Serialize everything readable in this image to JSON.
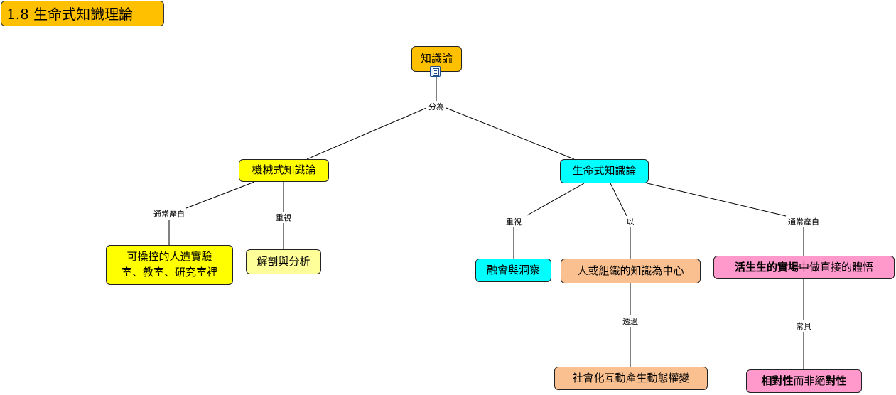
{
  "title": "1.8 生命式知識理論",
  "nodes": {
    "root": "知識論",
    "mechanical": "機械式知識論",
    "living": "生命式知識論",
    "lab": "可操控的人造實驗室、教室、研究室裡",
    "dissect": "解剖與分析",
    "fusion": "融會與洞察",
    "person_centered": "人或組織的知識為中心",
    "practice_bold": "活生生的實場",
    "practice_rest": "中做直接的體悟",
    "social": "社會化互動產生動態權變",
    "relative_bold1": "相對性",
    "relative_mid": "而非絕",
    "relative_bold2": "對性"
  },
  "links": {
    "divided_into": "分為",
    "usually_from_1": "通常產自",
    "emphasize_1": "重視",
    "emphasize_2": "重視",
    "by": "以",
    "usually_from_2": "通常產自",
    "through": "透過",
    "often_has": "常具"
  },
  "colors": {
    "root": "#ffc000",
    "mechanical": "#ffff00",
    "living": "#00ffff",
    "lab": "#ffff00",
    "dissect": "#ffff99",
    "fusion": "#00ffff",
    "person_centered": "#fac090",
    "social": "#fac090",
    "practice": "#ff99cc",
    "relative": "#ff99cc"
  },
  "icons": {
    "root_attachment": "document-icon"
  }
}
